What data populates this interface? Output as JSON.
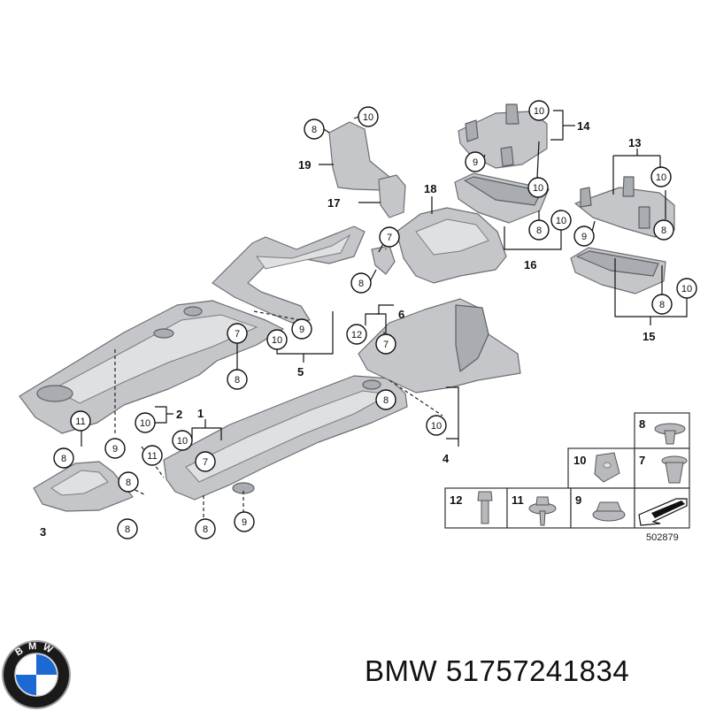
{
  "diagram": {
    "reference": "502879",
    "parts": [
      "1",
      "2",
      "3",
      "4",
      "5",
      "6",
      "7",
      "8",
      "9",
      "10",
      "11",
      "12",
      "13",
      "14",
      "15",
      "16",
      "17",
      "18",
      "19"
    ],
    "legend": [
      "8",
      "10",
      "7",
      "12",
      "11",
      "9"
    ]
  },
  "brand": {
    "logo_letters": "BMW",
    "caption": "BMW 51757241834",
    "colors": {
      "blue": "#1c69d4",
      "ring": "#1a1a1a"
    }
  }
}
